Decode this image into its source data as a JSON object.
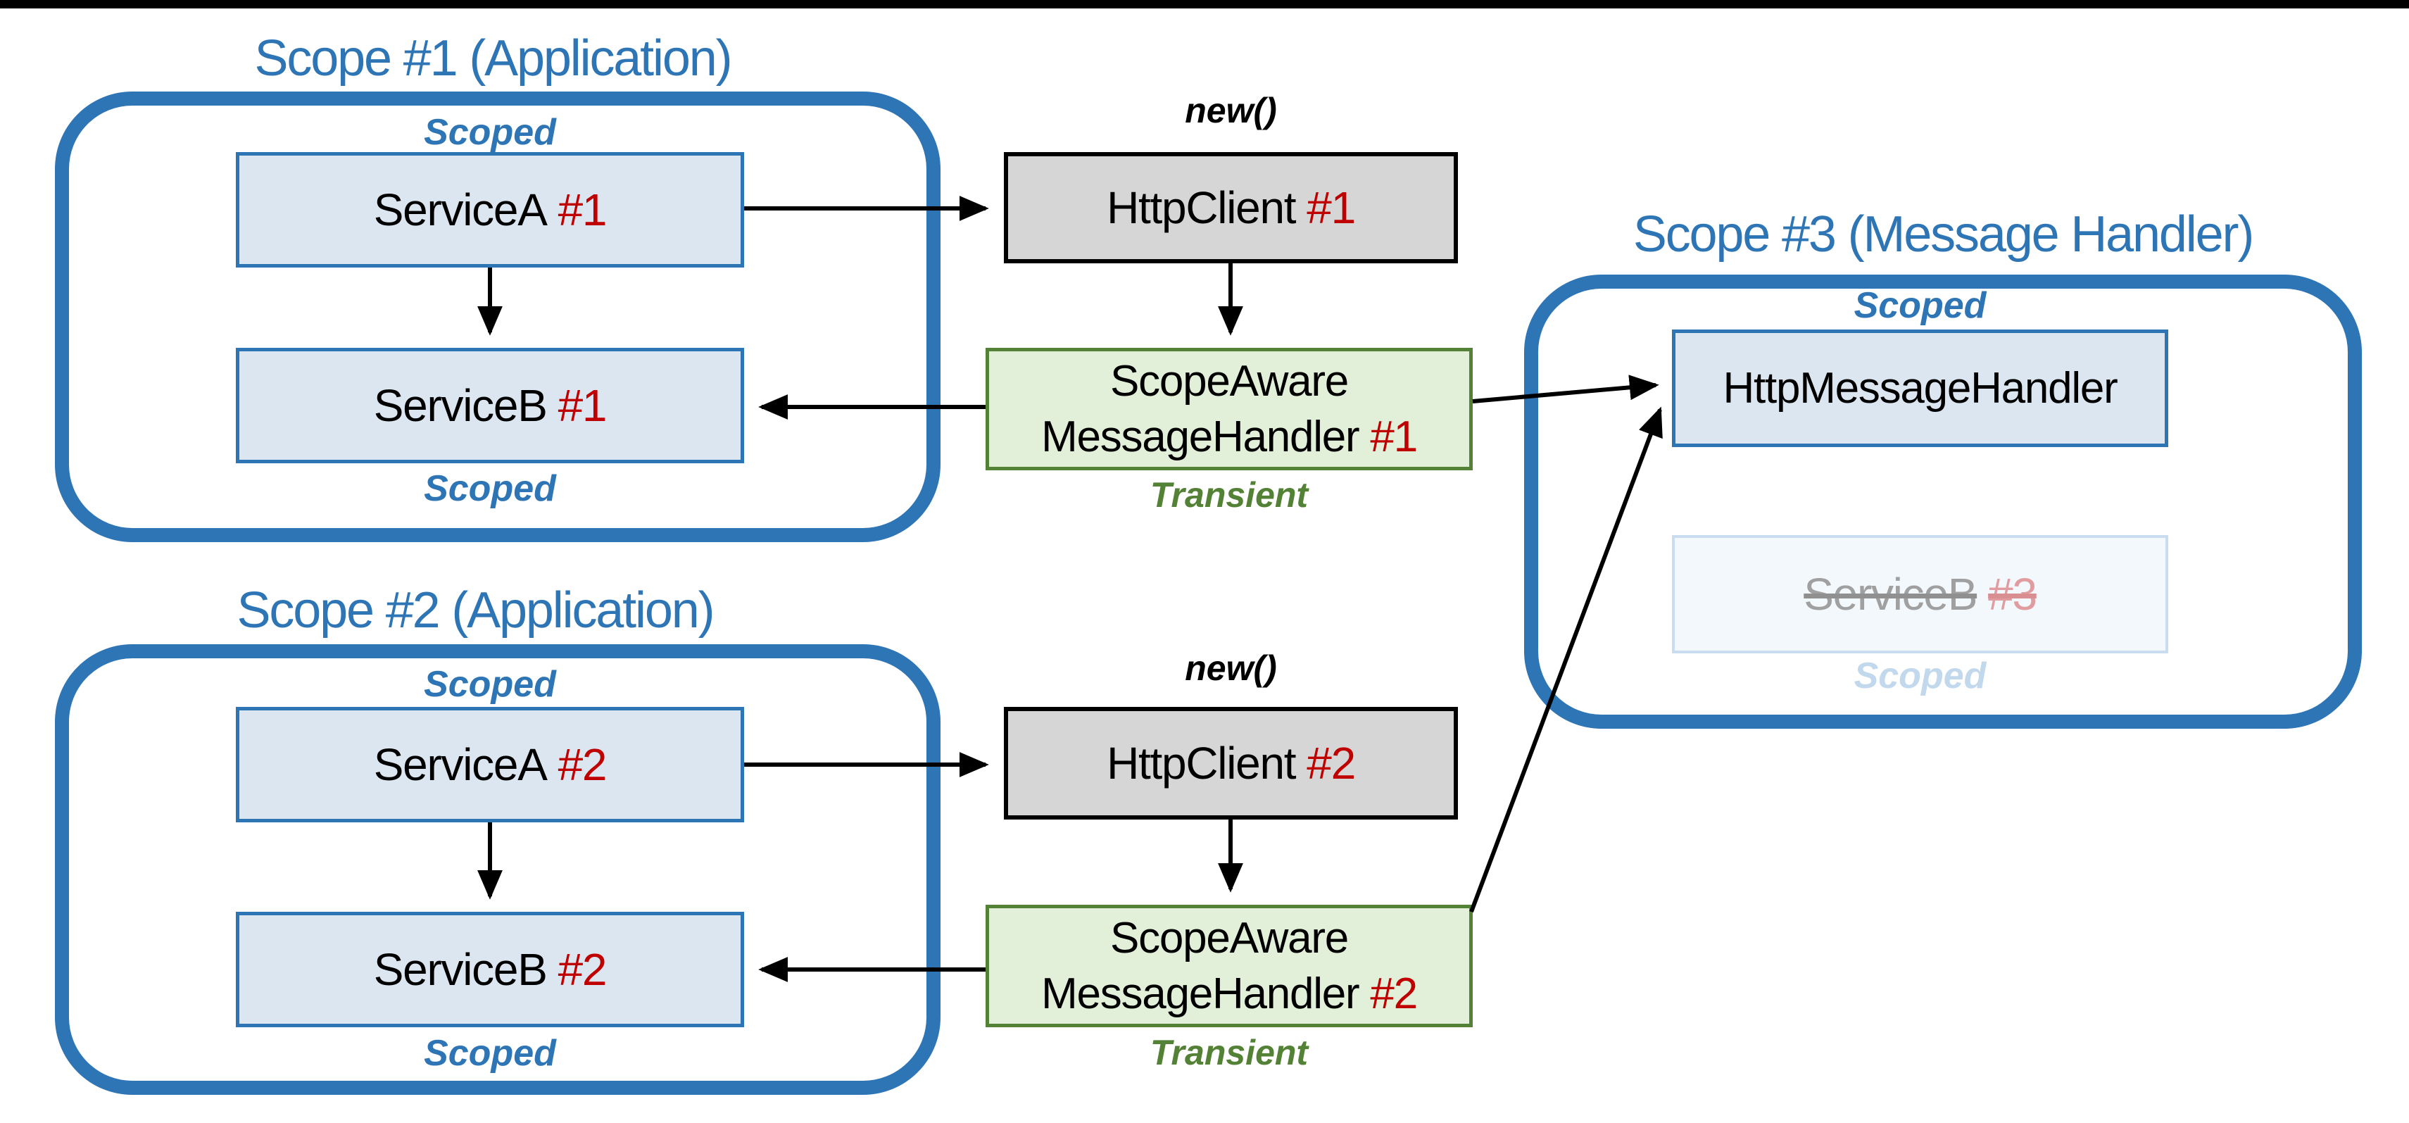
{
  "colors": {
    "accent_blue": "#2E75B6",
    "service_fill": "#DCE6F1",
    "gray_fill": "#D6D6D6",
    "green_fill": "#E2EFD9",
    "green_border": "#538135",
    "instance_red": "#C00000",
    "faded_text": "#A0A0A0",
    "top_bar": "#000000"
  },
  "scope1": {
    "title": "Scope #1 (Application)",
    "scoped_top": "Scoped",
    "scoped_bottom": "Scoped",
    "service_a": {
      "name": "ServiceA",
      "instance": "#1"
    },
    "service_b": {
      "name": "ServiceB",
      "instance": "#1"
    }
  },
  "scope2": {
    "title": "Scope #2 (Application)",
    "scoped_top": "Scoped",
    "scoped_bottom": "Scoped",
    "service_a": {
      "name": "ServiceA",
      "instance": "#2"
    },
    "service_b": {
      "name": "ServiceB",
      "instance": "#2"
    }
  },
  "scope3": {
    "title": "Scope #3 (Message Handler)",
    "scoped_top": "Scoped",
    "handler": {
      "name": "HttpMessageHandler"
    },
    "disposed_service": {
      "name": "ServiceB",
      "instance": "#3"
    },
    "scoped_bottom": "Scoped"
  },
  "flow1": {
    "new_label": "new()",
    "http_client": {
      "name": "HttpClient",
      "instance": "#1"
    },
    "scope_aware": {
      "line1": "ScopeAware",
      "line2": "MessageHandler",
      "instance": "#1"
    },
    "transient_label": "Transient"
  },
  "flow2": {
    "new_label": "new()",
    "http_client": {
      "name": "HttpClient",
      "instance": "#2"
    },
    "scope_aware": {
      "line1": "ScopeAware",
      "line2": "MessageHandler",
      "instance": "#2"
    },
    "transient_label": "Transient"
  }
}
